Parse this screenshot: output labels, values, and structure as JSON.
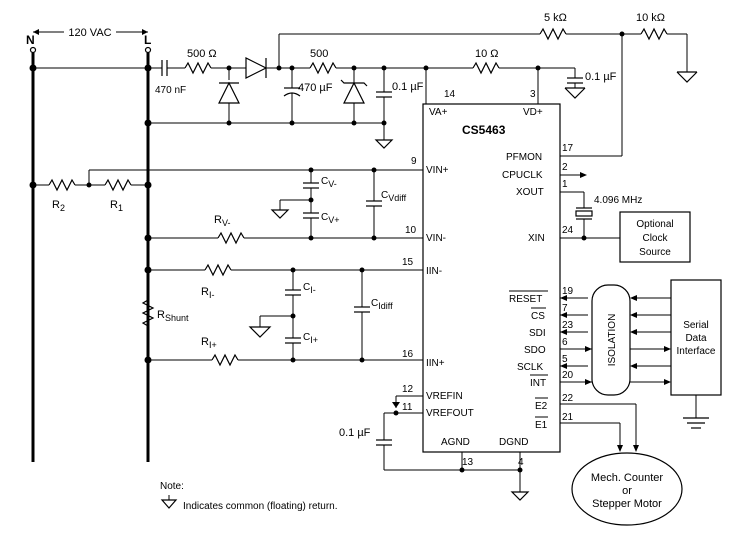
{
  "mains": {
    "voltage": "120 VAC",
    "neutral": "N",
    "line": "L"
  },
  "chip": {
    "name": "CS5463"
  },
  "pins": [
    {
      "label": "VA+",
      "num": "14"
    },
    {
      "label": "VD+",
      "num": "3"
    },
    {
      "label": "PFMON",
      "num": "17"
    },
    {
      "label": "CPUCLK",
      "num": "2"
    },
    {
      "label": "XOUT",
      "num": "1"
    },
    {
      "label": "XIN",
      "num": "24"
    },
    {
      "label": "VIN+",
      "num": "9"
    },
    {
      "label": "VIN-",
      "num": "10"
    },
    {
      "label": "IIN-",
      "num": "15"
    },
    {
      "label": "IIN+",
      "num": "16"
    },
    {
      "label": "RESET",
      "num": "19"
    },
    {
      "label": "CS",
      "num": "7"
    },
    {
      "label": "SDI",
      "num": "23"
    },
    {
      "label": "SDO",
      "num": "6"
    },
    {
      "label": "SCLK",
      "num": "5"
    },
    {
      "label": "INT",
      "num": "20"
    },
    {
      "label": "E2",
      "num": "22"
    },
    {
      "label": "E1",
      "num": "21"
    },
    {
      "label": "VREFIN",
      "num": "12"
    },
    {
      "label": "VREFOUT",
      "num": "11"
    },
    {
      "label": "AGND",
      "num": "13"
    },
    {
      "label": "DGND",
      "num": "4"
    }
  ],
  "components": {
    "r5k": "5 kΩ",
    "r10k": "10 kΩ",
    "r500a": "500 Ω",
    "r500b": "500",
    "r10": "10 Ω",
    "c470n": "470 nF",
    "c470u": "470 µF",
    "c01a": "0.1 µF",
    "c01b": "0.1 µF",
    "c01c": "0.1 µF",
    "crystal": "4.096 MHz"
  },
  "resistors": {
    "r2": "R",
    "r2s": "2",
    "r1": "R",
    "r1s": "1",
    "rv": "R",
    "rvs": "V-",
    "ri": "R",
    "ris": "I-",
    "rip": "R",
    "rips": "I+",
    "rsh": "R",
    "rshs": "Shunt"
  },
  "caps": {
    "cvm": "C",
    "cvms": "V-",
    "cvp": "C",
    "cvps": "V+",
    "cvd": "C",
    "cvds": "Vdiff",
    "cim": "C",
    "cims": "I-",
    "cip": "C",
    "cips": "I+",
    "cid": "C",
    "cids": "Idiff"
  },
  "blocks": {
    "clock": [
      "Optional",
      "Clock",
      "Source"
    ],
    "isolation": "ISOLATION",
    "serial": [
      "Serial",
      "Data",
      "Interface"
    ],
    "motor": [
      "Mech. Counter",
      "or",
      "Stepper Motor"
    ]
  },
  "note": {
    "title": "Note:",
    "text": "Indicates common (floating) return."
  }
}
